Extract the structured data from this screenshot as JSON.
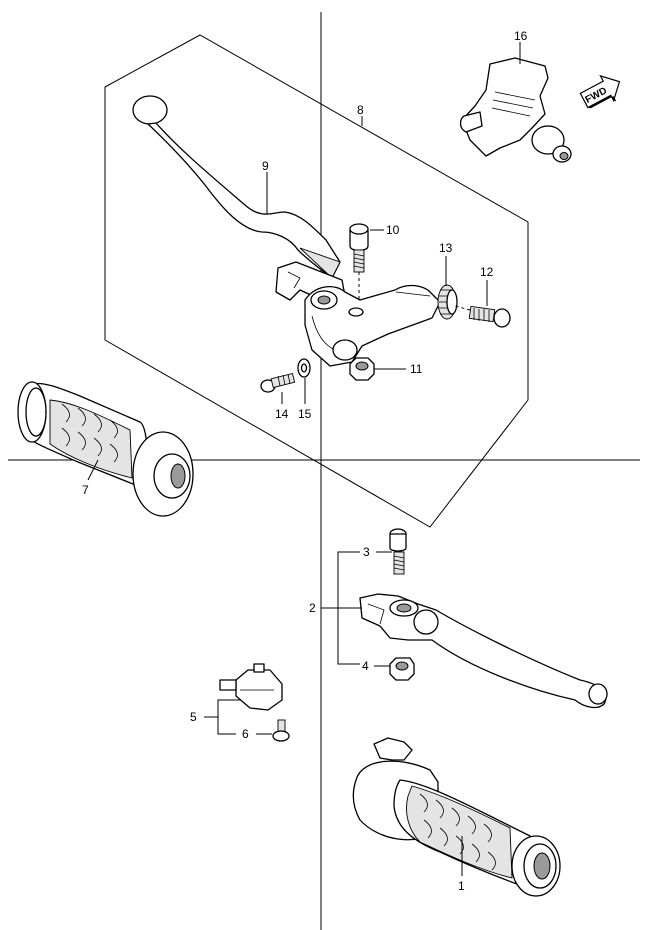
{
  "callouts": {
    "n1": "1",
    "n2": "2",
    "n3": "3",
    "n4": "4",
    "n5": "5",
    "n6": "6",
    "n7": "7",
    "n8": "8",
    "n9": "9",
    "n10": "10",
    "n11": "11",
    "n12": "12",
    "n13": "13",
    "n14": "14",
    "n15": "15",
    "n16": "16"
  },
  "fwd_label": "FWD"
}
